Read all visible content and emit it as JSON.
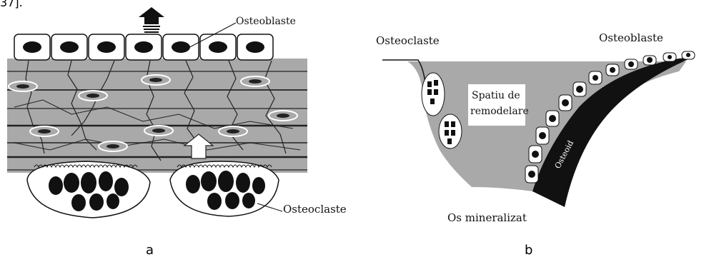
{
  "top_fragment": "37].",
  "panel_a": {
    "letter": "a",
    "labels": {
      "osteoblaste": "Osteoblaste",
      "osteoclaste": "Osteoclaste"
    }
  },
  "panel_b": {
    "letter": "b",
    "labels": {
      "osteoclaste": "Osteoclaste",
      "osteoblaste": "Osteoblaste",
      "spatiu_line1": "Spatiu de",
      "spatiu_line2": "remodelare",
      "osteoid": "Osteoid",
      "os_mineralizat": "Os mineralizat"
    }
  },
  "colors": {
    "bone_gray": "#a9a9a9",
    "dark_line": "#1a1a1a",
    "white": "#ffffff"
  }
}
